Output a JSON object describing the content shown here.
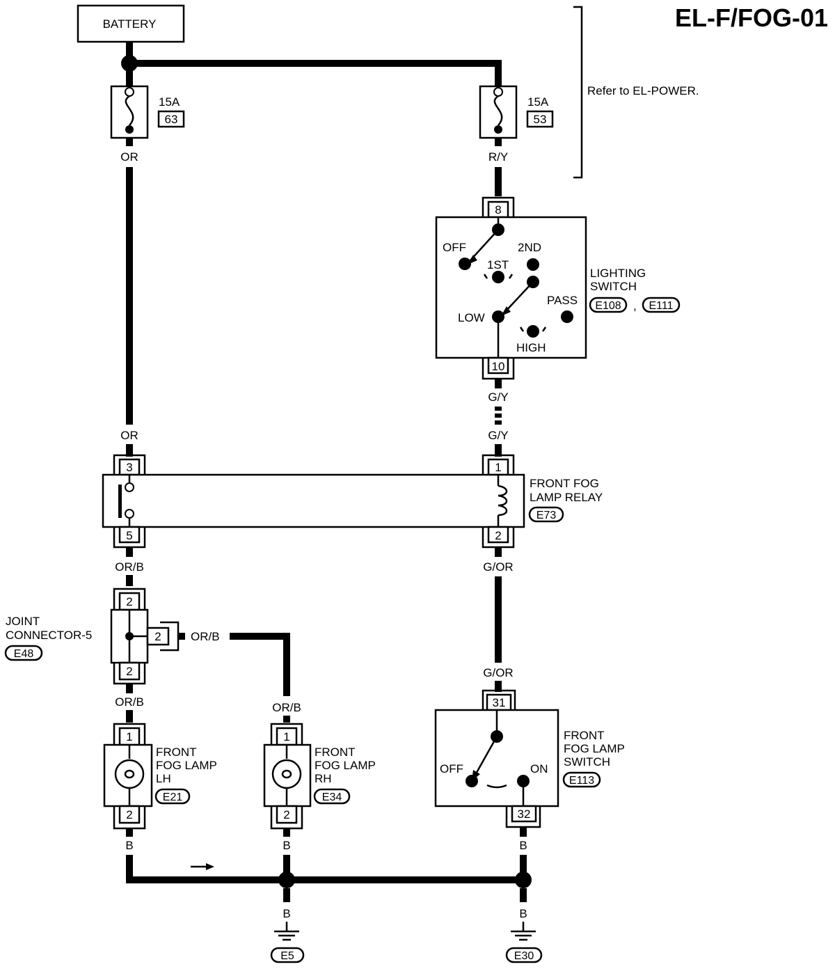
{
  "title": "EL-F/FOG-01",
  "battery": "BATTERY",
  "refer_note": "Refer to EL-POWER.",
  "fuses": [
    {
      "rating": "15A",
      "number": "63",
      "wire_out": "OR"
    },
    {
      "rating": "15A",
      "number": "53",
      "wire_out": "R/Y"
    }
  ],
  "lighting_switch": {
    "name_line1": "LIGHTING",
    "name_line2": "SWITCH",
    "connectors": [
      "E108",
      "E111"
    ],
    "separator": ",",
    "terminals": {
      "in": "8",
      "out": "10"
    },
    "positions": {
      "off": "OFF",
      "first": "1ST",
      "second": "2ND",
      "low": "LOW",
      "pass": "PASS",
      "high": "HIGH"
    }
  },
  "relay": {
    "name_line1": "FRONT FOG",
    "name_line2": "LAMP RELAY",
    "connector": "E73",
    "terminals": {
      "t3": "3",
      "t5": "5",
      "t1": "1",
      "t2": "2"
    }
  },
  "joint_connector": {
    "name_line1": "JOINT",
    "name_line2": "CONNECTOR-5",
    "connector": "E48",
    "terminals": {
      "top": "2",
      "side": "2",
      "bottom": "2"
    }
  },
  "lamp_lh": {
    "line1": "FRONT",
    "line2": "FOG LAMP",
    "line3": "LH",
    "connector": "E21",
    "t_top": "1",
    "t_bottom": "2"
  },
  "lamp_rh": {
    "line1": "FRONT",
    "line2": "FOG LAMP",
    "line3": "RH",
    "connector": "E34",
    "t_top": "1",
    "t_bottom": "2"
  },
  "fog_switch": {
    "line1": "FRONT",
    "line2": "FOG LAMP",
    "line3": "SWITCH",
    "connector": "E113",
    "terminals": {
      "in": "31",
      "out": "32"
    },
    "positions": {
      "off": "OFF",
      "on": "ON"
    }
  },
  "wires": {
    "or_top": "OR",
    "ry": "R/Y",
    "gy_1": "G/Y",
    "gy_2": "G/Y",
    "or_mid": "OR",
    "orb_1": "OR/B",
    "gor_1": "G/OR",
    "orb_side": "OR/B",
    "orb_2": "OR/B",
    "orb_3": "OR/B",
    "gor_2": "G/OR",
    "b_lh": "B",
    "b_rh": "B",
    "b_sw": "B",
    "b_g1": "B",
    "b_g2": "B"
  },
  "grounds": [
    "E5",
    "E30"
  ]
}
